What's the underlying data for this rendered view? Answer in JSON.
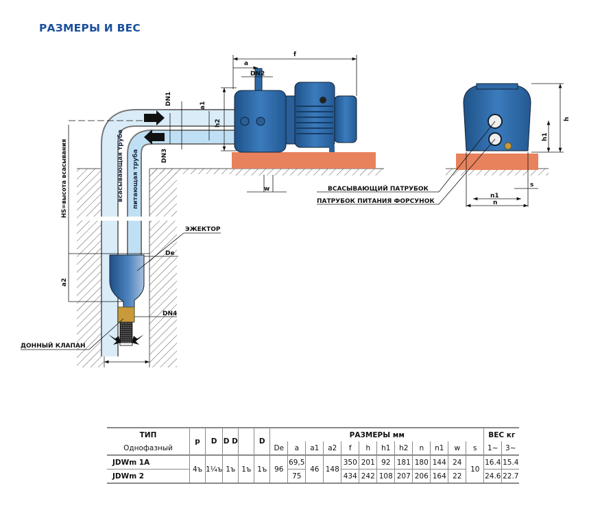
{
  "title": "РАЗМЕРЫ И ВЕС",
  "diagram": {
    "labels": {
      "f": "f",
      "a": "a",
      "dn2": "DN2",
      "dn1": "DN1",
      "a1": "a1",
      "h2": "h2",
      "dn3": "DN3",
      "w": "w",
      "hs": "HS=высота всасывания",
      "suction_pipe": "всасывающая труба",
      "feed_pipe": "питающая труба",
      "ejector": "ЭЖЕКТОР",
      "de": "De",
      "a2": "a2",
      "dn4": "DN4",
      "foot_valve": "ДОННЫЙ КЛАПАН",
      "suction_port": "ВСАСЫВАЮЩИЙ ПАТРУБОК",
      "nozzle_port": "ПАТРУБОК ПИТАНИЯ ФОРСУНОК",
      "h": "h",
      "h1": "h1",
      "n1": "n1",
      "n": "n",
      "s": "s"
    },
    "colors": {
      "pump_blue": "#2f6aa6",
      "base_orange": "#e8825c",
      "pipe_light": "#d9ecf8",
      "brass": "#c99a3a",
      "title_blue": "#1b4f9c"
    }
  },
  "table": {
    "header": {
      "type": "ТИП",
      "phase": "Однофазный",
      "col_p": "p",
      "col_d1": "D",
      "col_d2": "D D",
      "col_d3": "D",
      "dimensions": "РАЗМЕРЫ мм",
      "weight": "ВЕС кг",
      "sub": [
        "De",
        "a",
        "a1",
        "a2",
        "f",
        "h",
        "h1",
        "h2",
        "n",
        "n1",
        "w",
        "s",
        "1~",
        "3~"
      ]
    },
    "shared": {
      "p": "4ъ",
      "d1": "1¼ъ",
      "d2a": "1ъ",
      "d2b": "1ъ",
      "d3": "1ъ",
      "De": "96",
      "a1": "46",
      "a2": "148",
      "s": "10"
    },
    "rows": [
      {
        "model": "JDWm 1A",
        "a": "69,5",
        "f": "350",
        "h": "201",
        "h1": "92",
        "h2": "181",
        "n": "180",
        "n1": "144",
        "w": "24",
        "w1": "16.4",
        "w3": "15.4"
      },
      {
        "model": "JDWm 2",
        "a": "75",
        "f": "434",
        "h": "242",
        "h1": "108",
        "h2": "207",
        "n": "206",
        "n1": "164",
        "w": "22",
        "w1": "24.6",
        "w3": "22.7"
      }
    ]
  }
}
